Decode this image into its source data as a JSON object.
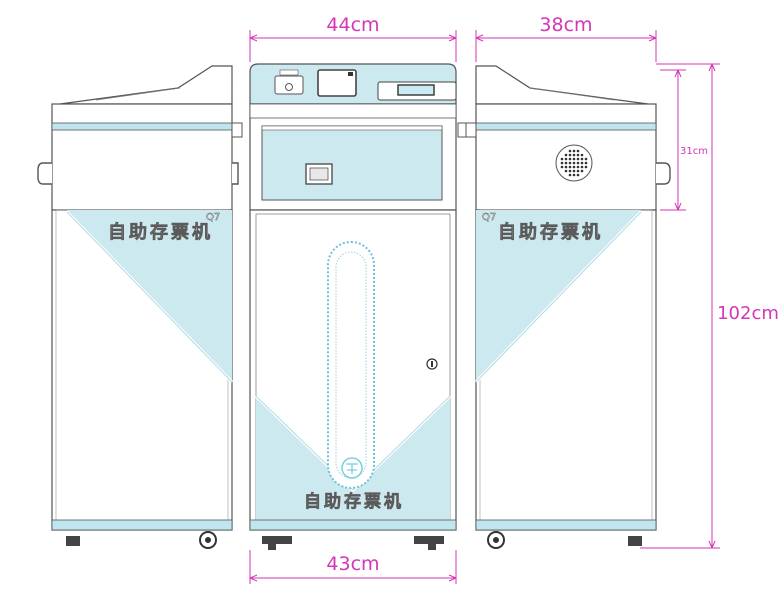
{
  "dimensions": {
    "front_width": "44cm",
    "side_depth": "38cm",
    "base_width": "43cm",
    "total_height": "102cm",
    "upper_height": "31cm"
  },
  "brand_text": "自助存票机",
  "model_code": "Q7",
  "colors": {
    "line": "#555555",
    "panel_blue": "#cde9f0",
    "accent_blue": "#bfe6ef",
    "dimension": "#d336b6"
  }
}
